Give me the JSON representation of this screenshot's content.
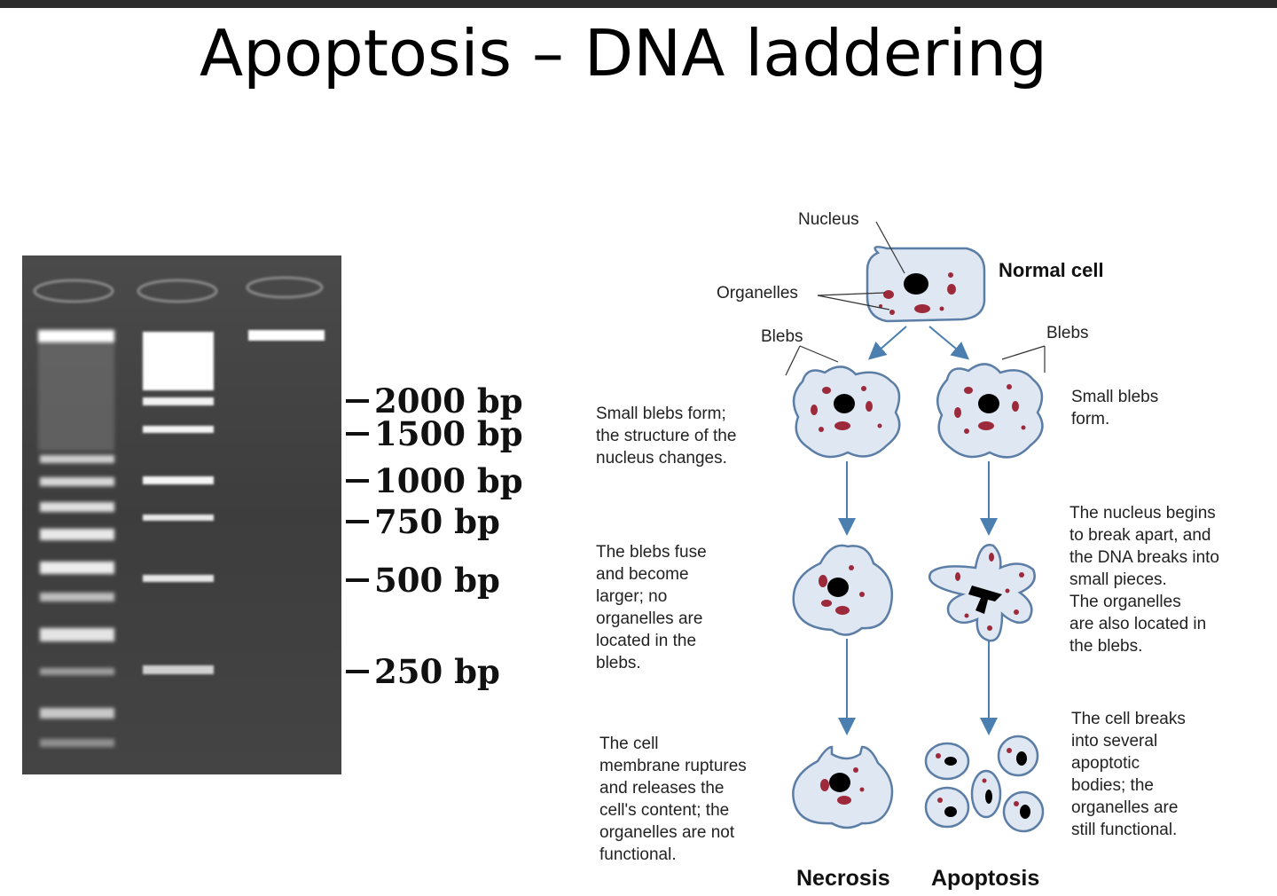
{
  "slide": {
    "title": "Apoptosis – DNA laddering"
  },
  "gel": {
    "markers": [
      "2000 bp",
      "1500 bp",
      "1000 bp",
      "750 bp",
      "500 bp",
      "250 bp"
    ]
  },
  "diagram": {
    "nucleus_label": "Nucleus",
    "organelles_label": "Organelles",
    "normal_cell_label": "Normal cell",
    "blebs_left": "Blebs",
    "blebs_right": "Blebs",
    "necrosis_step1": "Small blebs form;\nthe structure of the\nnucleus changes.",
    "apoptosis_step1": "Small blebs\nform.",
    "necrosis_step2": "The blebs fuse\nand become\nlarger; no\norganelles are\nlocated in the\nblebs.",
    "apoptosis_step2": "The nucleus begins\nto break apart, and\nthe DNA breaks into\nsmall pieces.\nThe organelles\nare also located in\nthe blebs.",
    "necrosis_step3": "The cell\nmembrane ruptures\nand releases the\ncell's content; the\norganelles are not\nfunctional.",
    "apoptosis_step3": "The cell breaks\ninto several\napoptotic\nbodies; the\norganelles are\nstill functional.",
    "necrosis_label": "Necrosis",
    "apoptosis_label": "Apoptosis"
  }
}
